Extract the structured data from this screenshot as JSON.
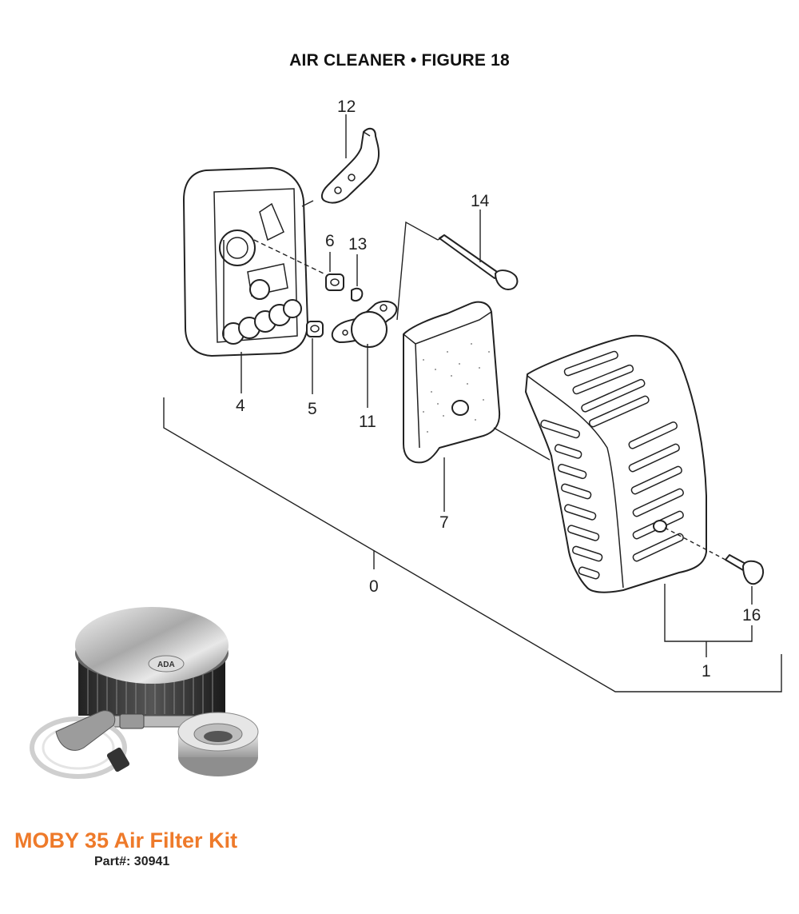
{
  "title": "AIR CLEANER  •  FIGURE 18",
  "callouts": [
    {
      "id": "c12",
      "label": "12"
    },
    {
      "id": "c14",
      "label": "14"
    },
    {
      "id": "c6",
      "label": "6"
    },
    {
      "id": "c13",
      "label": "13"
    },
    {
      "id": "c4",
      "label": "4"
    },
    {
      "id": "c5",
      "label": "5"
    },
    {
      "id": "c11",
      "label": "11"
    },
    {
      "id": "c7",
      "label": "7"
    },
    {
      "id": "c0",
      "label": "0"
    },
    {
      "id": "c16",
      "label": "16"
    },
    {
      "id": "c1",
      "label": "1"
    }
  ],
  "kit": {
    "title": "MOBY 35 Air Filter Kit",
    "part": "Part#: 30941",
    "logo_text": "ADA"
  },
  "colors": {
    "kit_title": "#ee7a2a",
    "line": "#222222"
  },
  "icons": [
    "air-filter-kit-photo"
  ]
}
